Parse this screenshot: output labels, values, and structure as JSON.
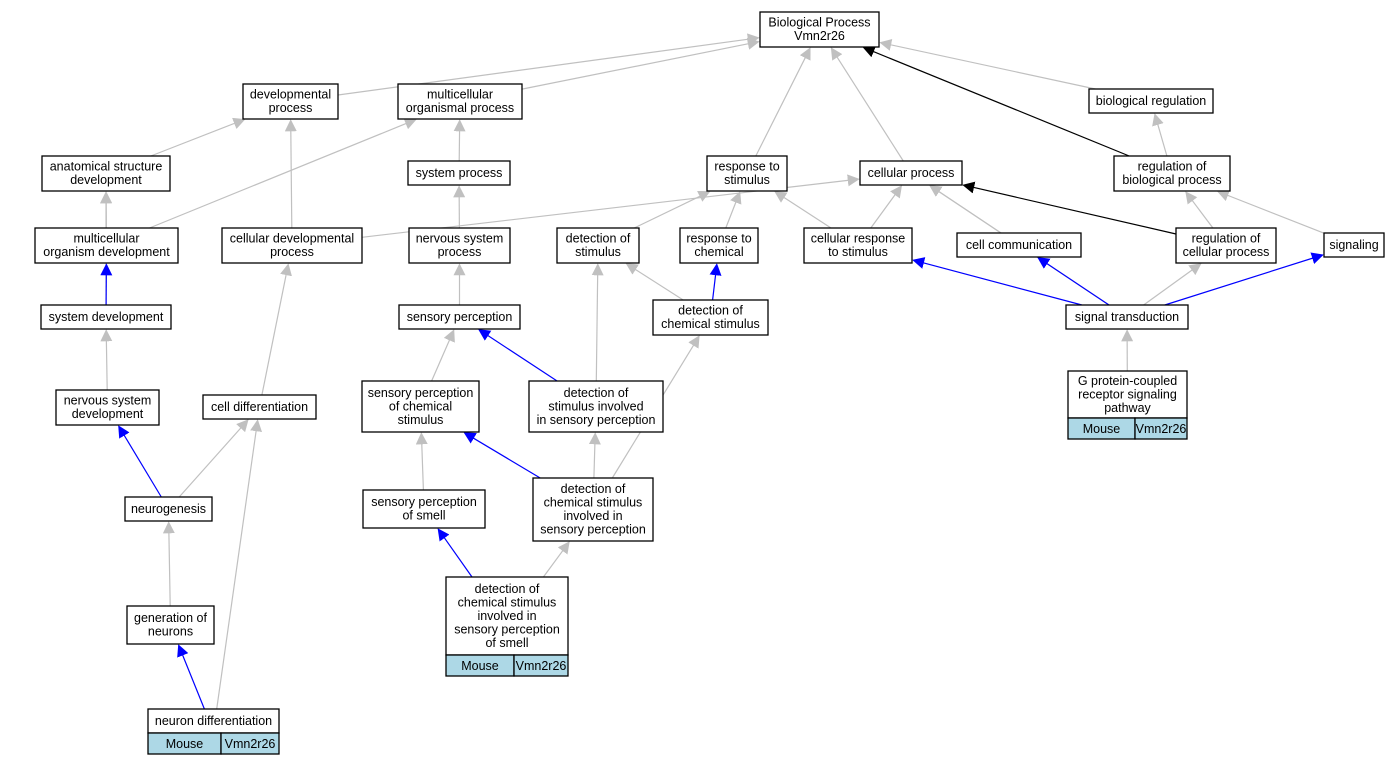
{
  "colors": {
    "grey": "#c0c0c0",
    "blue": "#0000ff",
    "black": "#000000",
    "tag_fill": "#add8e6"
  },
  "nodes": [
    {
      "id": "bp",
      "lines": [
        "Biological Process",
        "Vmn2r26"
      ]
    },
    {
      "id": "devproc",
      "lines": [
        "developmental",
        "process"
      ]
    },
    {
      "id": "multproc",
      "lines": [
        "multicellular",
        "organismal process"
      ]
    },
    {
      "id": "bioreg",
      "lines": [
        "biological regulation"
      ]
    },
    {
      "id": "anatdev",
      "lines": [
        "anatomical structure",
        "development"
      ]
    },
    {
      "id": "sysproc",
      "lines": [
        "system process"
      ]
    },
    {
      "id": "respstim",
      "lines": [
        "response to",
        "stimulus"
      ]
    },
    {
      "id": "cellproc",
      "lines": [
        "cellular process"
      ]
    },
    {
      "id": "regbio",
      "lines": [
        "regulation of",
        "biological process"
      ]
    },
    {
      "id": "multdev",
      "lines": [
        "multicellular",
        "organism development"
      ]
    },
    {
      "id": "celldevproc",
      "lines": [
        "cellular developmental",
        "process"
      ]
    },
    {
      "id": "nervsysproc",
      "lines": [
        "nervous system",
        "process"
      ]
    },
    {
      "id": "detstim",
      "lines": [
        "detection of",
        "stimulus"
      ]
    },
    {
      "id": "respchem",
      "lines": [
        "response to",
        "chemical"
      ]
    },
    {
      "id": "cellresp",
      "lines": [
        "cellular response",
        "to stimulus"
      ]
    },
    {
      "id": "cellcomm",
      "lines": [
        "cell communication"
      ]
    },
    {
      "id": "regcell",
      "lines": [
        "regulation of",
        "cellular process"
      ]
    },
    {
      "id": "signaling",
      "lines": [
        "signaling"
      ]
    },
    {
      "id": "sysdev",
      "lines": [
        "system development"
      ]
    },
    {
      "id": "sensperc",
      "lines": [
        "sensory perception"
      ]
    },
    {
      "id": "detchem",
      "lines": [
        "detection of",
        "chemical stimulus"
      ]
    },
    {
      "id": "sigtrans",
      "lines": [
        "signal transduction"
      ]
    },
    {
      "id": "nervdev",
      "lines": [
        "nervous system",
        "development"
      ]
    },
    {
      "id": "celldiff",
      "lines": [
        "cell differentiation"
      ]
    },
    {
      "id": "spchem",
      "lines": [
        "sensory perception",
        "of chemical",
        "stimulus"
      ]
    },
    {
      "id": "detsens",
      "lines": [
        "detection of",
        "stimulus involved",
        "in sensory perception"
      ]
    },
    {
      "id": "gpcr",
      "lines": [
        "G protein-coupled",
        "receptor signaling",
        "pathway"
      ],
      "tags": [
        "Mouse",
        "Vmn2r26"
      ]
    },
    {
      "id": "neurogen",
      "lines": [
        "neurogenesis"
      ]
    },
    {
      "id": "spsmell",
      "lines": [
        "sensory perception",
        "of smell"
      ]
    },
    {
      "id": "detchemsens",
      "lines": [
        "detection of",
        "chemical stimulus",
        "involved in",
        "sensory perception"
      ]
    },
    {
      "id": "detsmell",
      "lines": [
        "detection of",
        "chemical stimulus",
        "involved in",
        "sensory perception",
        "of smell"
      ],
      "tags": [
        "Mouse",
        "Vmn2r26"
      ]
    },
    {
      "id": "genneur",
      "lines": [
        "generation of",
        "neurons"
      ]
    },
    {
      "id": "neurdiff",
      "lines": [
        "neuron differentiation"
      ],
      "tags": [
        "Mouse",
        "Vmn2r26"
      ]
    }
  ],
  "edges": [
    {
      "from": "devproc",
      "to": "bp",
      "kind": "grey"
    },
    {
      "from": "multproc",
      "to": "bp",
      "kind": "grey"
    },
    {
      "from": "respstim",
      "to": "bp",
      "kind": "grey"
    },
    {
      "from": "cellproc",
      "to": "bp",
      "kind": "grey"
    },
    {
      "from": "bioreg",
      "to": "bp",
      "kind": "grey"
    },
    {
      "from": "regbio",
      "to": "bp",
      "kind": "black"
    },
    {
      "from": "regbio",
      "to": "bioreg",
      "kind": "grey"
    },
    {
      "from": "anatdev",
      "to": "devproc",
      "kind": "grey"
    },
    {
      "from": "celldevproc",
      "to": "devproc",
      "kind": "grey"
    },
    {
      "from": "multdev",
      "to": "multproc",
      "kind": "grey"
    },
    {
      "from": "sysproc",
      "to": "multproc",
      "kind": "grey"
    },
    {
      "from": "multdev",
      "to": "anatdev",
      "kind": "grey"
    },
    {
      "from": "sysdev",
      "to": "anatdev",
      "kind": "grey"
    },
    {
      "from": "sysdev",
      "to": "multdev",
      "kind": "blue"
    },
    {
      "from": "nervsysproc",
      "to": "sysproc",
      "kind": "grey"
    },
    {
      "from": "sensperc",
      "to": "nervsysproc",
      "kind": "grey"
    },
    {
      "from": "celldevproc",
      "to": "cellproc",
      "kind": "grey"
    },
    {
      "from": "detstim",
      "to": "respstim",
      "kind": "grey"
    },
    {
      "from": "respchem",
      "to": "respstim",
      "kind": "grey"
    },
    {
      "from": "cellresp",
      "to": "respstim",
      "kind": "grey"
    },
    {
      "from": "cellresp",
      "to": "cellproc",
      "kind": "grey"
    },
    {
      "from": "cellcomm",
      "to": "cellproc",
      "kind": "grey"
    },
    {
      "from": "regcell",
      "to": "cellproc",
      "kind": "black"
    },
    {
      "from": "sigtrans",
      "to": "cellproc",
      "kind": "grey"
    },
    {
      "from": "regcell",
      "to": "regbio",
      "kind": "grey"
    },
    {
      "from": "signaling",
      "to": "regbio",
      "kind": "grey"
    },
    {
      "from": "detchem",
      "to": "detstim",
      "kind": "grey"
    },
    {
      "from": "detchem",
      "to": "respchem",
      "kind": "blue"
    },
    {
      "from": "sigtrans",
      "to": "cellresp",
      "kind": "blue"
    },
    {
      "from": "sigtrans",
      "to": "cellcomm",
      "kind": "blue"
    },
    {
      "from": "sigtrans",
      "to": "regcell",
      "kind": "grey"
    },
    {
      "from": "sigtrans",
      "to": "signaling",
      "kind": "blue"
    },
    {
      "from": "gpcr",
      "to": "sigtrans",
      "kind": "grey"
    },
    {
      "from": "detsens",
      "to": "detstim",
      "kind": "grey"
    },
    {
      "from": "detsens",
      "to": "sensperc",
      "kind": "blue"
    },
    {
      "from": "spchem",
      "to": "sensperc",
      "kind": "grey"
    },
    {
      "from": "nervdev",
      "to": "sysdev",
      "kind": "grey"
    },
    {
      "from": "celldiff",
      "to": "celldevproc",
      "kind": "grey"
    },
    {
      "from": "neurogen",
      "to": "nervdev",
      "kind": "blue"
    },
    {
      "from": "neurogen",
      "to": "celldiff",
      "kind": "grey"
    },
    {
      "from": "spsmell",
      "to": "spchem",
      "kind": "grey"
    },
    {
      "from": "detchemsens",
      "to": "spchem",
      "kind": "blue"
    },
    {
      "from": "detchemsens",
      "to": "detsens",
      "kind": "grey"
    },
    {
      "from": "detchemsens",
      "to": "detchem",
      "kind": "grey"
    },
    {
      "from": "detsmell",
      "to": "spsmell",
      "kind": "blue"
    },
    {
      "from": "detsmell",
      "to": "detchemsens",
      "kind": "grey"
    },
    {
      "from": "genneur",
      "to": "neurogen",
      "kind": "grey"
    },
    {
      "from": "neurdiff",
      "to": "genneur",
      "kind": "blue"
    },
    {
      "from": "neurdiff",
      "to": "celldiff",
      "kind": "grey"
    }
  ]
}
